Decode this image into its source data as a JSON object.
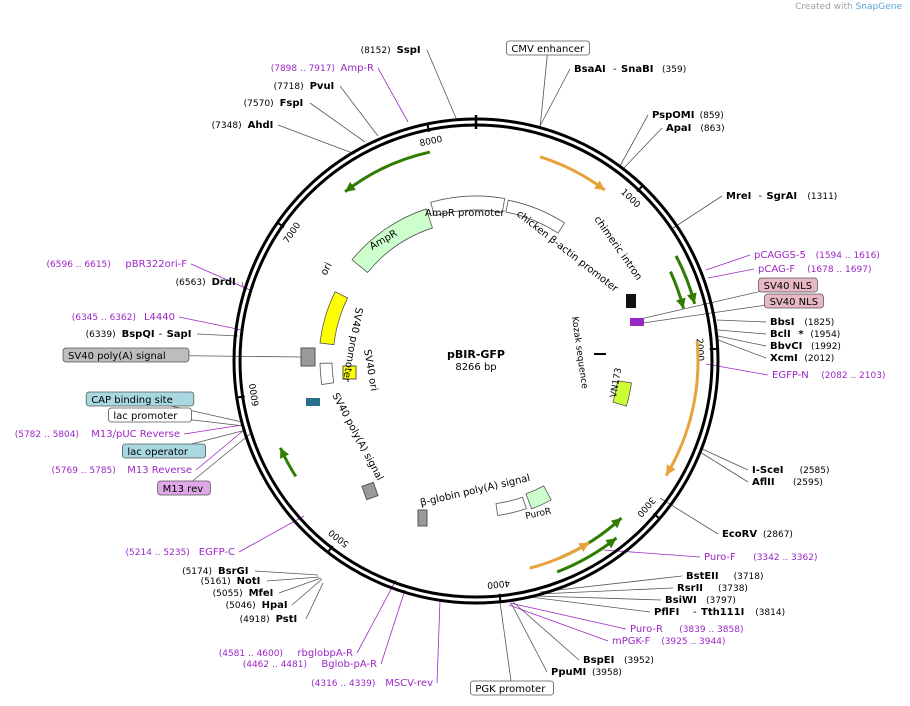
{
  "header": {
    "credit_prefix": "Created with",
    "credit_brand": "SnapGene"
  },
  "plasmid": {
    "name": "pBIR-GFP",
    "length_label": "8266 bp",
    "length": 8266
  },
  "ticks": [
    "1000",
    "2000",
    "3000",
    "4000",
    "5000",
    "6000",
    "7000",
    "8000"
  ],
  "colors": {
    "enzyme": "#000000",
    "primer": "#9b27c5",
    "feature_label": "#000000",
    "promoter_fill": "#ffffff",
    "resistance_fill": "#ccffcc",
    "ori_fill": "#ffff00",
    "gfp_fill": "#ccff33",
    "misc_fill": "#999999",
    "cds_arrow": "#2e7d00",
    "orange_arrow": "#e8a23a",
    "nls_box": "#e7b8c3",
    "protein_bind_box": "#a8d8e0",
    "m13_box": "#e0a8e8"
  },
  "enzymes": [
    {
      "name": "SspI",
      "pos": "(8152)"
    },
    {
      "name": "BsaAI",
      "suffix": "SnaBI",
      "pos": "(359)"
    },
    {
      "name": "PspOMI",
      "pos": "(859)"
    },
    {
      "name": "ApaI",
      "pos": "(863)"
    },
    {
      "name": "MreI",
      "suffix": "SgrAI",
      "pos": "(1311)"
    },
    {
      "name": "BbsI",
      "pos": "(1825)"
    },
    {
      "name": "BclI",
      "star": "*",
      "pos": "(1954)"
    },
    {
      "name": "BbvCI",
      "pos": "(1992)"
    },
    {
      "name": "XcmI",
      "pos": "(2012)"
    },
    {
      "name": "I-SceI",
      "pos": "(2585)"
    },
    {
      "name": "AflII",
      "pos": "(2595)"
    },
    {
      "name": "EcoRV",
      "pos": "(2867)"
    },
    {
      "name": "BstEII",
      "pos": "(3718)"
    },
    {
      "name": "RsrII",
      "pos": "(3738)"
    },
    {
      "name": "BsiWI",
      "pos": "(3797)"
    },
    {
      "name": "PflFI",
      "suffix": "Tth111I",
      "pos": "(3814)"
    },
    {
      "name": "BspEI",
      "pos": "(3952)"
    },
    {
      "name": "PpuMI",
      "pos": "(3958)"
    },
    {
      "name": "PstI",
      "pos": "(4918)"
    },
    {
      "name": "HpaI",
      "pos": "(5046)"
    },
    {
      "name": "MfeI",
      "pos": "(5055)"
    },
    {
      "name": "NotI",
      "pos": "(5161)"
    },
    {
      "name": "BsrGI",
      "pos": "(5174)"
    },
    {
      "name": "BspQI",
      "suffix": "SapI",
      "pos": "(6339)"
    },
    {
      "name": "DrdI",
      "pos": "(6563)"
    },
    {
      "name": "AhdI",
      "pos": "(7348)"
    },
    {
      "name": "FspI",
      "pos": "(7570)"
    },
    {
      "name": "PvuI",
      "pos": "(7718)"
    }
  ],
  "primers": [
    {
      "name": "Amp-R",
      "pos": "(7898 .. 7917)"
    },
    {
      "name": "pCAGGS-5",
      "pos": "(1594 .. 1616)"
    },
    {
      "name": "pCAG-F",
      "pos": "(1678 .. 1697)"
    },
    {
      "name": "EGFP-N",
      "pos": "(2082 .. 2103)"
    },
    {
      "name": "Puro-F",
      "pos": "(3342 .. 3362)"
    },
    {
      "name": "Puro-R",
      "pos": "(3839 .. 3858)"
    },
    {
      "name": "mPGK-F",
      "pos": "(3925 .. 3944)"
    },
    {
      "name": "MSCV-rev",
      "pos": "(4316 .. 4339)"
    },
    {
      "name": "Bglob-pA-R",
      "pos": "(4462 .. 4481)"
    },
    {
      "name": "rbglobpA-R",
      "pos": "(4581 .. 4600)"
    },
    {
      "name": "EGFP-C",
      "pos": "(5214 .. 5235)"
    },
    {
      "name": "M13 Reverse",
      "pos": "(5769 .. 5785)"
    },
    {
      "name": "M13/pUC Reverse",
      "pos": "(5782 .. 5804)"
    },
    {
      "name": "L4440",
      "pos": "(6345 .. 6362)"
    },
    {
      "name": "pBR322ori-F",
      "pos": "(6596 .. 6615)"
    }
  ],
  "boxed_features": [
    {
      "name": "CMV enhancer",
      "style": "plain"
    },
    {
      "name": "SV40 NLS",
      "style": "nls"
    },
    {
      "name": "SV40 NLS",
      "style": "nls"
    },
    {
      "name": "PGK promoter",
      "style": "plain"
    },
    {
      "name": "M13 rev",
      "style": "m13"
    },
    {
      "name": "lac operator",
      "style": "bind"
    },
    {
      "name": "lac promoter",
      "style": "plain"
    },
    {
      "name": "CAP binding site",
      "style": "bind"
    },
    {
      "name": "SV40 poly(A) signal",
      "style": "gray"
    }
  ],
  "inner_features": [
    {
      "name": "AmpR promoter"
    },
    {
      "name": "AmpR"
    },
    {
      "name": "ori"
    },
    {
      "name": "chicken β-actin promoter"
    },
    {
      "name": "chimeric intron"
    },
    {
      "name": "Kozak sequence"
    },
    {
      "name": "VN173"
    },
    {
      "name": "PuroR"
    },
    {
      "name": "β-globin poly(A) signal"
    },
    {
      "name": "SV40 promoter"
    },
    {
      "name": "SV40 ori"
    },
    {
      "name": "SV40 poly(A) signal"
    }
  ]
}
